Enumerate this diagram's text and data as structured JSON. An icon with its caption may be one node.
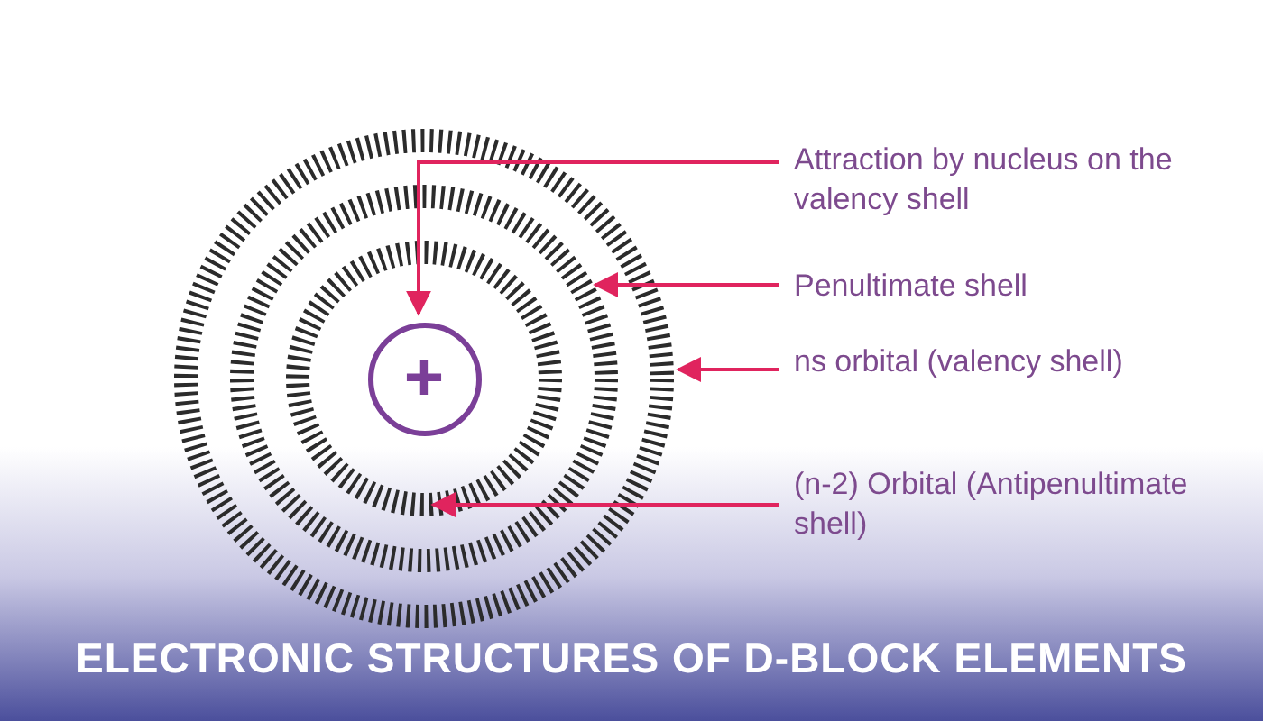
{
  "diagram": {
    "title": "ELECTRONIC STRUCTURES OF D-BLOCK ELEMENTS",
    "nodes": [
      {
        "text": [],
        "shape": "circle"
      },
      {
        "text": [],
        "shape": "circle",
        "in": 0
      },
      {
        "text": [],
        "shape": "circle",
        "in": 1
      },
      {
        "text": [
          "+"
        ],
        "in": 2
      },
      {
        "text": [
          "Attraction by nucleus on the valency shell"
        ]
      },
      {
        "text": [
          "Penultimate shell"
        ]
      },
      {
        "text": [
          "ns orbital (valency shell)"
        ]
      },
      {
        "text": [
          "(n-2) Orbital (Antipenultimate shell)"
        ]
      }
    ],
    "edges": [
      {
        "from": 4,
        "to": 3,
        "arrow": "to"
      },
      {
        "from": 5,
        "to": 1,
        "arrow": "to"
      },
      {
        "from": 6,
        "to": 0,
        "arrow": "to"
      },
      {
        "from": 7,
        "to": 2,
        "arrow": "to"
      }
    ]
  }
}
